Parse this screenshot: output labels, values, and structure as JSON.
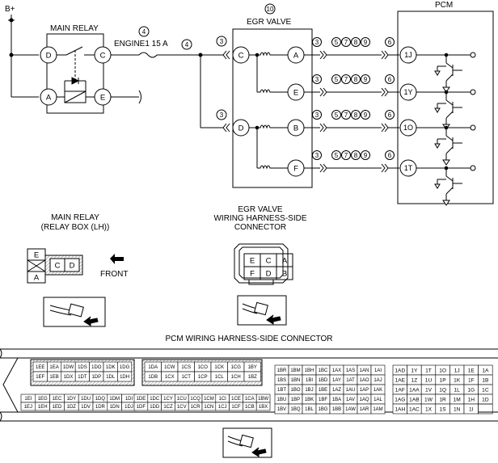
{
  "power": {
    "label": "B+"
  },
  "main_relay": {
    "title": "MAIN RELAY",
    "terminals": [
      "D",
      "C",
      "A",
      "E"
    ]
  },
  "fuse": {
    "label": "ENGINE1 15 A",
    "note": "4"
  },
  "egr_valve": {
    "title": "EGR VALVE",
    "title_note": "10",
    "left_terminals": [
      "C",
      "D"
    ],
    "right_terminals": [
      "A",
      "E",
      "B",
      "F"
    ]
  },
  "pcm": {
    "title": "PCM",
    "terminals": [
      "1J",
      "1Y",
      "1O",
      "1T"
    ]
  },
  "notes": {
    "wire_note_4": "4",
    "wire_note_3": "3",
    "wire_note_6": "6",
    "wire_group": [
      "5",
      "7",
      "8",
      "9"
    ]
  },
  "relay_connector": {
    "title_line1": "MAIN RELAY",
    "title_line2": "(RELAY BOX (LH))",
    "cells": [
      "E",
      "C",
      "D",
      "A"
    ],
    "front_label": "FRONT"
  },
  "egr_connector": {
    "title_line1": "EGR VALVE",
    "title_line2": "WIRING HARNESS-SIDE",
    "title_line3": "CONNECTOR",
    "row1": [
      "E",
      "C",
      "A"
    ],
    "row2": [
      "F",
      "D",
      "B"
    ]
  },
  "pcm_connector": {
    "title": "PCM WIRING HARNESS-SIDE CONNECTOR",
    "block1_top": [
      [
        "1EE",
        "1EA",
        "1DW",
        "1DS",
        "1DO",
        "1DK",
        "1DG"
      ],
      [
        "1EF",
        "1EB",
        "1DX",
        "1DT",
        "1DP",
        "1DL",
        "1DH"
      ]
    ],
    "block1_bottom": [
      [
        "1EI",
        "1EG",
        "1EC",
        "1DY",
        "1DU",
        "1DQ",
        "1DM",
        "1DI"
      ],
      [
        "1EJ",
        "1EH",
        "1ED",
        "1DZ",
        "1DV",
        "1DR",
        "1DN",
        "1DJ"
      ]
    ],
    "block2_top": [
      [
        "1DA",
        "1CW",
        "1CS",
        "1CO",
        "1CK",
        "1CG",
        "1BY"
      ],
      [
        "1DB",
        "1CX",
        "1CT",
        "1CP",
        "1CL",
        "1CH",
        "1BZ"
      ]
    ],
    "block2_bottom": [
      [
        "1DE",
        "1DC",
        "1CY",
        "1CU",
        "1CQ",
        "1CM",
        "1CI",
        "1CE",
        "1CA",
        "1BW"
      ],
      [
        "1DF",
        "1DD",
        "1CZ",
        "1CV",
        "1CR",
        "1CN",
        "1CJ",
        "1CF",
        "1CB",
        "1BX"
      ]
    ],
    "block3": [
      [
        "1BR",
        "1BM",
        "1BH",
        "1BC",
        "1AX",
        "1AS",
        "1AN",
        "1AI"
      ],
      [
        "1BS",
        "1BN",
        "1BI",
        "1BD",
        "1AY",
        "1AT",
        "1AO",
        "1AJ"
      ],
      [
        "1BT",
        "1BO",
        "1BJ",
        "1BE",
        "1AZ",
        "1AU",
        "1AP",
        "1AK"
      ],
      [
        "1BU",
        "1BP",
        "1BK",
        "1BF",
        "1BA",
        "1AV",
        "1AQ",
        "1AL"
      ],
      [
        "1BV",
        "1BQ",
        "1BL",
        "1BG",
        "1BB",
        "1AW",
        "1AR",
        "1AM"
      ]
    ],
    "block4": [
      [
        "1AD",
        "1Y",
        "1T",
        "1O",
        "1J",
        "1E",
        "1A"
      ],
      [
        "1AE",
        "1Z",
        "1U",
        "1P",
        "1K",
        "1F",
        "1B"
      ],
      [
        "1AF",
        "1AA",
        "1V",
        "1Q",
        "1L",
        "1G",
        "1C"
      ],
      [
        "1AG",
        "1AB",
        "1W",
        "1R",
        "1M",
        "1H",
        "1D"
      ],
      [
        "1AH",
        "1AC",
        "1X",
        "1S",
        "1N",
        "1I",
        ""
      ]
    ]
  }
}
